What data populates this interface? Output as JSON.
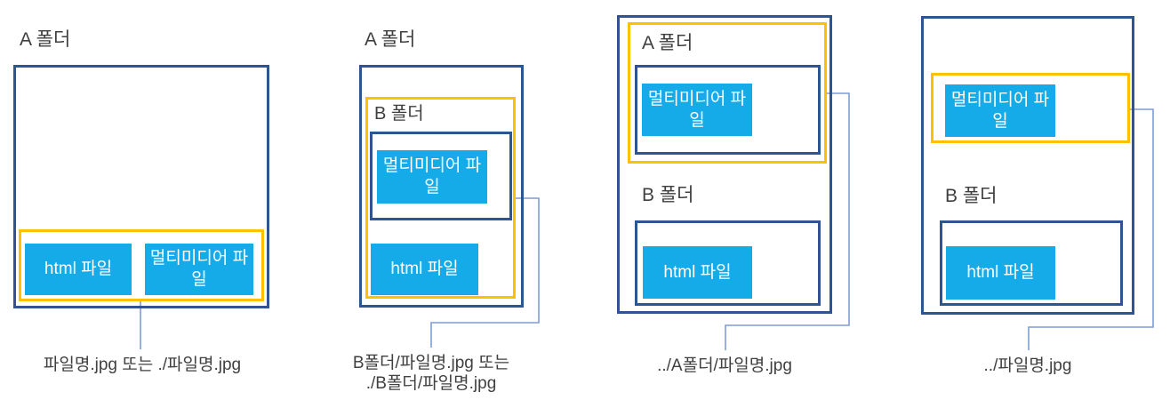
{
  "colors": {
    "folder_border": "#2E5492",
    "highlight_border": "#FFC000",
    "file_fill": "#14ABE8",
    "file_text": "#FFFFFF",
    "connector_line": "#7E9CD4",
    "label_text": "#3F3F3F"
  },
  "labels": {
    "folder_a": "A 폴더",
    "folder_b": "B 폴더",
    "html_file": "html 파일",
    "multimedia_file": "멀티미디어 파일"
  },
  "panels": [
    {
      "name": "same-folder",
      "caption": "파일명.jpg 또는 ./파일명.jpg"
    },
    {
      "name": "child-folder",
      "caption_line1": "B폴더/파일명.jpg 또는",
      "caption_line2": "./B폴더/파일명.jpg"
    },
    {
      "name": "sibling-folder",
      "caption": "../A폴더/파일명.jpg"
    },
    {
      "name": "parent-folder",
      "caption": "../파일명.jpg"
    }
  ]
}
